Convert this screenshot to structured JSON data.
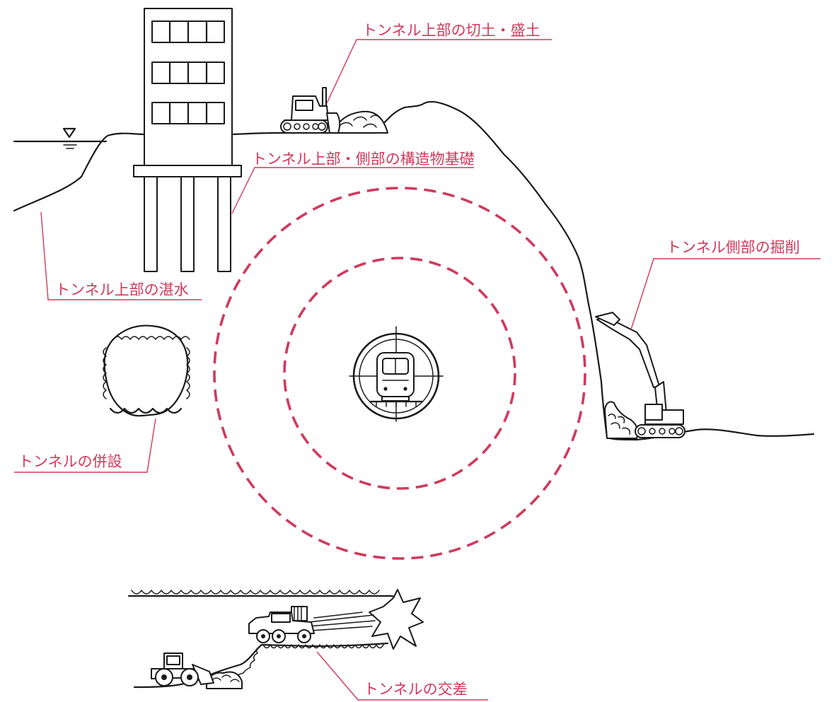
{
  "colors": {
    "label": "#d03a5c",
    "zone": "#cf3a5e",
    "ink": "#1a1a1a"
  },
  "labels": {
    "cut_fill": "トンネル上部の切土・盛土",
    "foundation": "トンネル上部・側部の構造物基礎",
    "lateral_excavation": "トンネル側部の掘削",
    "water_impound": "トンネル上部の湛水",
    "parallel": "トンネルの併設",
    "crossing": "トンネルの交差"
  },
  "icons": {
    "water_level": "water-level-icon",
    "bulldozer": "bulldozer-icon",
    "excavator": "excavator-icon",
    "train": "train-icon",
    "drilling_jumbo": "drilling-jumbo-icon",
    "wheel_loader": "wheel-loader-icon",
    "blast": "blast-icon"
  }
}
